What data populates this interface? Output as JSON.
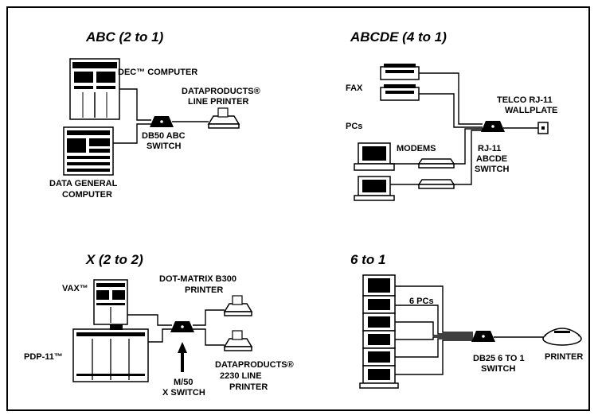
{
  "diagram": {
    "panels": [
      {
        "title": "ABC (2 to 1)",
        "labels": {
          "dec": "DEC™ COMPUTER",
          "printer_1": "DATAPRODUCTS®",
          "printer_2": "LINE PRINTER",
          "switch_1": "DB50 ABC",
          "switch_2": "SWITCH",
          "dg_1": "DATA GENERAL",
          "dg_2": "COMPUTER"
        }
      },
      {
        "title": "ABCDE (4 to 1)",
        "labels": {
          "fax": "FAX",
          "pcs": "PCs",
          "modems": "MODEMS",
          "telco_1": "TELCO RJ-11",
          "telco_2": "WALLPLATE",
          "switch_1": "RJ-11",
          "switch_2": "ABCDE",
          "switch_3": "SWITCH"
        }
      },
      {
        "title": "X (2 to 2)",
        "labels": {
          "vax": "VAX™",
          "pdp": "PDP-11™",
          "dm_1": "DOT-MATRIX B300",
          "dm_2": "PRINTER",
          "switch_1": "M/50",
          "switch_2": "X SWITCH",
          "lp_1": "DATAPRODUCTS®",
          "lp_2": "2230 LINE",
          "lp_3": "PRINTER"
        }
      },
      {
        "title": "6 to 1",
        "labels": {
          "pcs": "6 PCs",
          "printer": "PRINTER",
          "switch_1": "DB25 6 TO 1",
          "switch_2": "SWITCH"
        }
      }
    ]
  }
}
